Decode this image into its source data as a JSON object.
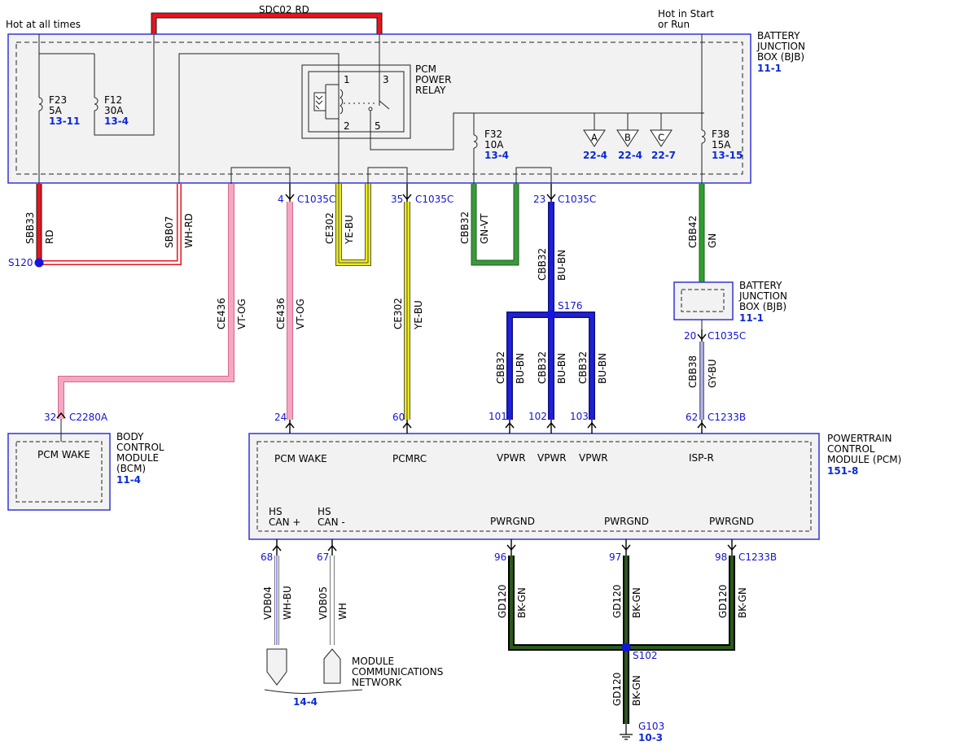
{
  "top": {
    "hot_always": "Hot at all times",
    "hot_start_1": "Hot in Start",
    "hot_start_2": "or Run",
    "sdc02": "SDC02   RD"
  },
  "bjb": {
    "l1": "BATTERY",
    "l2": "JUNCTION",
    "l3": "BOX (BJB)",
    "ref": "11-1",
    "relay_1": "PCM",
    "relay_2": "POWER",
    "relay_3": "RELAY",
    "pin1": "1",
    "pin2": "2",
    "pin3": "3",
    "pin5": "5",
    "fuses": [
      {
        "name": "F23",
        "amp": "5A",
        "ref": "13-11"
      },
      {
        "name": "F12",
        "amp": "30A",
        "ref": "13-4"
      },
      {
        "name": "F32",
        "amp": "10A",
        "ref": "13-4"
      },
      {
        "name": "F38",
        "amp": "15A",
        "ref": "13-15"
      }
    ],
    "tri": [
      {
        "letter": "A",
        "ref": "22-4"
      },
      {
        "letter": "B",
        "ref": "22-4"
      },
      {
        "letter": "C",
        "ref": "22-7"
      }
    ]
  },
  "wires": {
    "sbb33": "SBB33",
    "rd": "RD",
    "sbb07": "SBB07",
    "whrd": "WH-RD",
    "ce436": "CE436",
    "vtog": "VT-OG",
    "ce302": "CE302",
    "yebu": "YE-BU",
    "cbb32": "CBB32",
    "gnvt": "GN-VT",
    "bubn": "BU-BN",
    "cbb42": "CBB42",
    "gn": "GN",
    "cbb38": "CBB38",
    "gybu": "GY-BU",
    "vdb04": "VDB04",
    "whbu": "WH-BU",
    "vdb05": "VDB05",
    "wh": "WH",
    "gd120": "GD120",
    "bkgn": "BK-GN"
  },
  "connectors": {
    "c1035c": "C1035C",
    "c2280a": "C2280A",
    "c1233b": "C1233B",
    "p4": "4",
    "p35": "35",
    "p23": "23",
    "p20": "20",
    "p32": "32",
    "p24": "24",
    "p60": "60",
    "p101": "101",
    "p102": "102",
    "p103": "103",
    "p62": "62",
    "p68": "68",
    "p67": "67",
    "p96": "96",
    "p97": "97",
    "p98": "98"
  },
  "splices": {
    "s120": "S120",
    "s176": "S176",
    "s102": "S102"
  },
  "bjb2": {
    "l1": "BATTERY",
    "l2": "JUNCTION",
    "l3": "BOX (BJB)",
    "ref": "11-1"
  },
  "bcm": {
    "l1": "BODY",
    "l2": "CONTROL",
    "l3": "MODULE",
    "l4": "(BCM)",
    "ref": "11-4",
    "pcm_wake": "PCM WAKE"
  },
  "pcm": {
    "l1": "POWERTRAIN",
    "l2": "CONTROL",
    "l3": "MODULE (PCM)",
    "ref": "151-8",
    "pcm_wake": "PCM WAKE",
    "pcmrc": "PCMRC",
    "vpwr": "VPWR",
    "ispr": "ISP-R",
    "hs": "HS",
    "canp": "CAN +",
    "canm": "CAN -",
    "pwrgnd": "PWRGND"
  },
  "network": {
    "l1": "MODULE",
    "l2": "COMMUNICATIONS",
    "l3": "NETWORK",
    "ref": "14-4"
  },
  "ground": {
    "name": "G103",
    "ref": "10-3"
  },
  "colors": {
    "red": "#e8141e",
    "pink": "#f28fb0",
    "yellow": "#ecec16",
    "green": "#2a8a2a",
    "blue": "#1b1bc8",
    "bkgn": "#1e3a14",
    "box": "#3434d4",
    "fill": "#f2f2f2"
  }
}
